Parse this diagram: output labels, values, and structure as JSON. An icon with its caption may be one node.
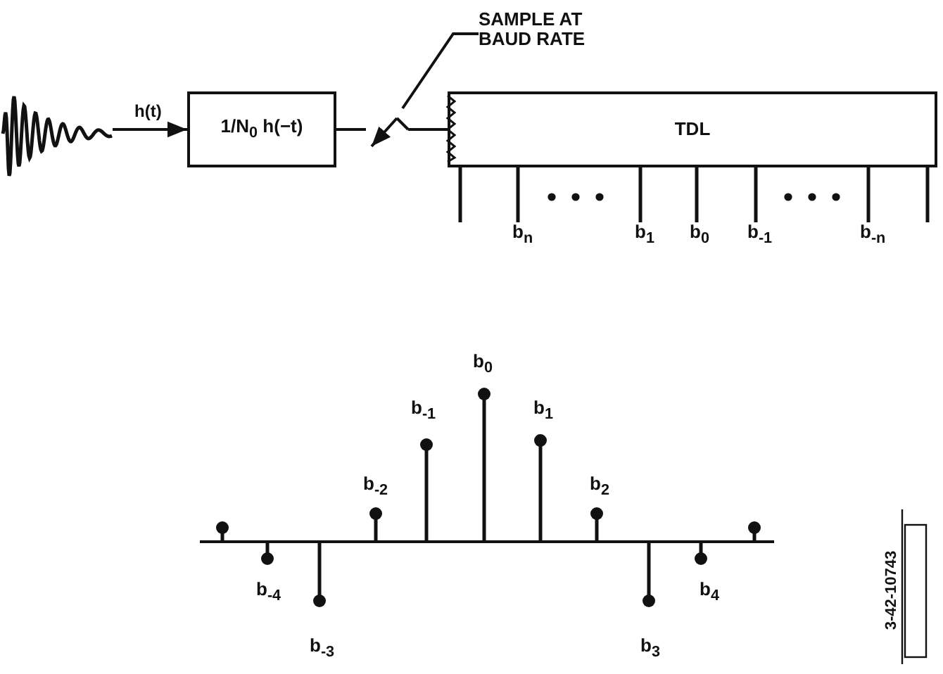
{
  "diagram": {
    "nodes": [
      {
        "text": [],
        "shape": "picture"
      },
      {
        "text": [
          "1/N$_{0}$ h(−t)"
        ]
      },
      {
        "text": [
          "TDL"
        ]
      },
      {
        "text": [],
        "shape": "switch"
      },
      {
        "text": [
          "SAMPLE AT BAUD RATE"
        ]
      }
    ],
    "edges": [
      {
        "from": 0,
        "to": 1,
        "arrow": "to",
        "label": "h(t)"
      },
      {
        "from": 1,
        "to": 3,
        "arrow": "none"
      },
      {
        "from": 3,
        "to": 2,
        "arrow": "none"
      },
      {
        "from": 4,
        "to": 3,
        "arrow": "none"
      }
    ],
    "labels": [
      "b$_{n}$",
      "b$_{1}$",
      "b$_{0}$",
      "b$_{-1}$",
      "b$_{-n}$",
      "b$_{0}$",
      "b$_{-1}$",
      "b$_{1}$",
      "b$_{-2}$",
      "b$_{2}$",
      "b$_{-4}$",
      "b$_{4}$",
      "b$_{-3}$",
      "b$_{3}$",
      "3-42-10743"
    ]
  }
}
